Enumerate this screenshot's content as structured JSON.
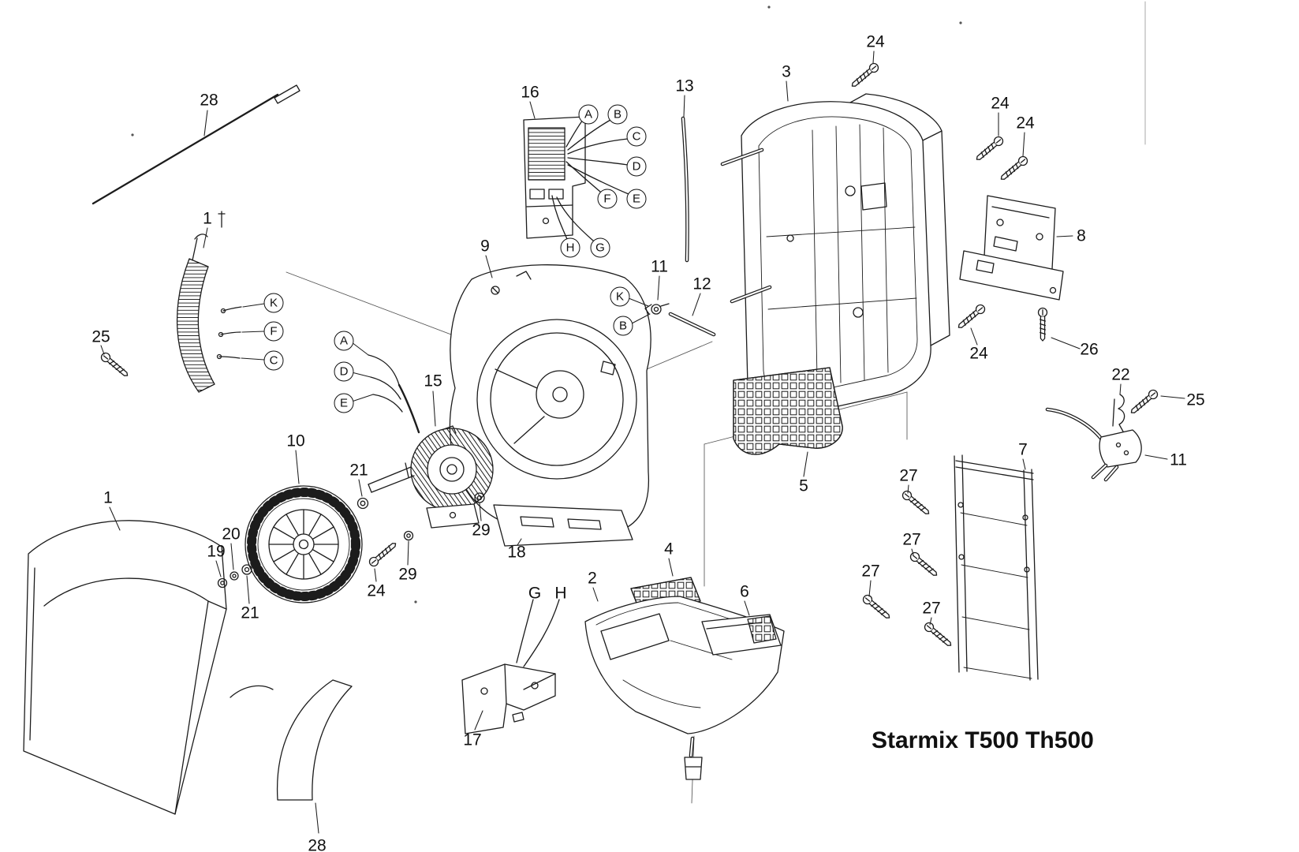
{
  "title": "Starmix T500 Th500",
  "diagram": {
    "part_labels": [
      "28",
      "1",
      "25",
      "16",
      "9",
      "13",
      "3",
      "24",
      "24",
      "24",
      "8",
      "11",
      "12",
      "24",
      "26",
      "22",
      "25",
      "11",
      "7",
      "5",
      "27",
      "27",
      "27",
      "27",
      "15",
      "10",
      "21",
      "19",
      "20",
      "21",
      "24",
      "29",
      "29",
      "18",
      "1",
      "G",
      "H",
      "2",
      "4",
      "6",
      "17",
      "28"
    ],
    "callouts": [
      "A",
      "B",
      "C",
      "D",
      "F",
      "E",
      "H",
      "G",
      "K",
      "F",
      "C",
      "A",
      "D",
      "E",
      "K",
      "B"
    ]
  }
}
